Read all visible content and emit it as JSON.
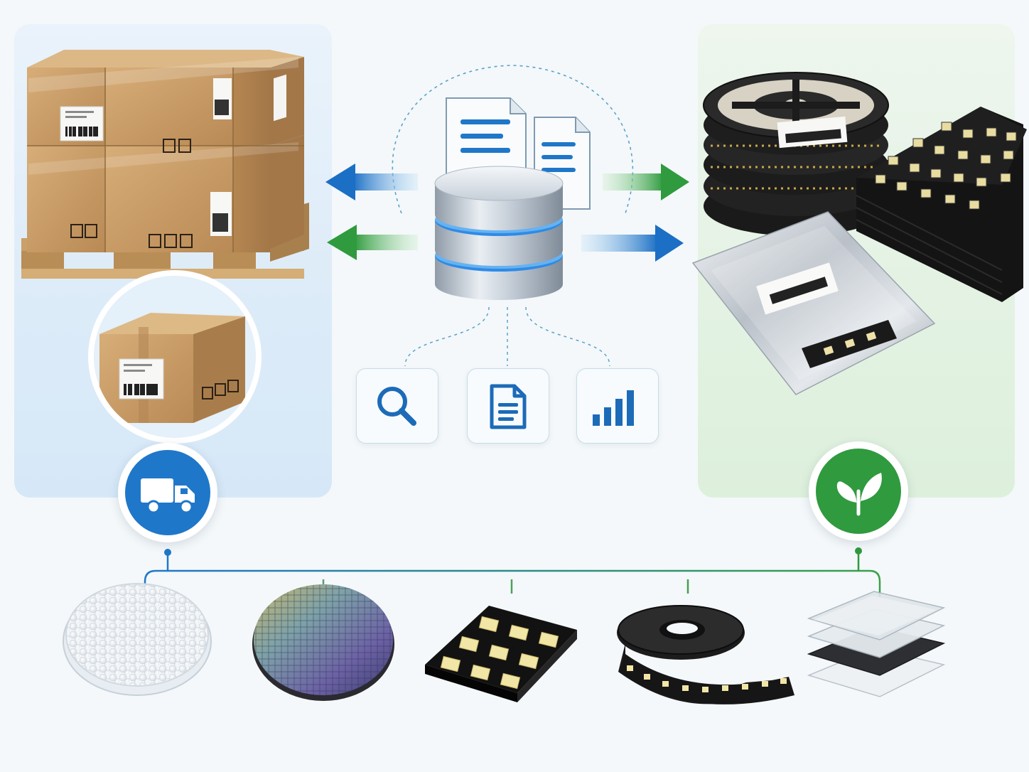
{
  "diagram": {
    "colors": {
      "blue": "#1f77c9",
      "green": "#2f9a3e",
      "panel_left": "#dcebf8",
      "panel_right": "#e3f2e3",
      "cardboard": "#c89a66"
    },
    "icons": {
      "center": [
        "documents-icon",
        "database-icon"
      ],
      "tools": [
        "search-icon",
        "document-icon",
        "bar-chart-icon"
      ],
      "badges": [
        "truck-icon",
        "leaf-icon"
      ],
      "left_images": [
        "pallet-of-boxes",
        "single-box"
      ],
      "right_images": [
        "tape-reels",
        "tray-stack",
        "antistatic-bag"
      ],
      "pipeline": [
        "raw-pellets",
        "silicon-wafer",
        "led-chip-array",
        "led-tape-reel",
        "film-layers"
      ]
    }
  }
}
